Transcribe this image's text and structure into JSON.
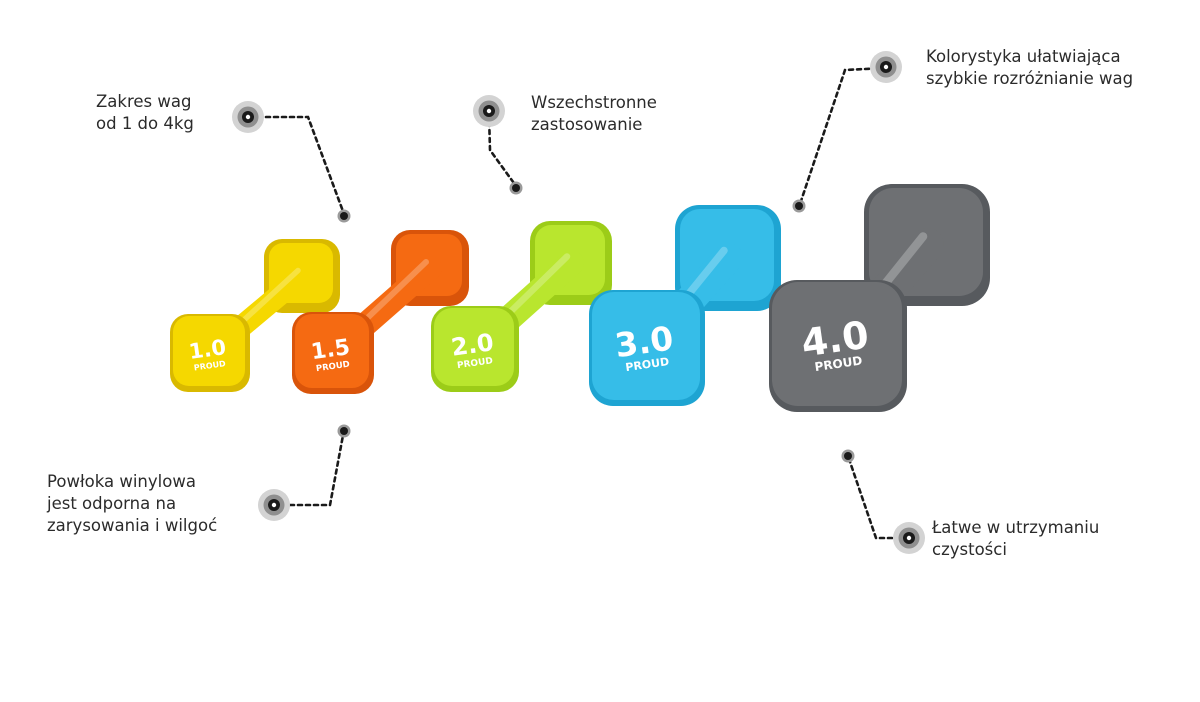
{
  "callouts": {
    "weight_range": [
      "Zakres wag",
      "od 1 do 4kg"
    ],
    "versatile_use": [
      "Wszechstronne",
      "zastosowanie"
    ],
    "color_coding": [
      "Kolorystyka ułatwiająca",
      "szybkie rozróżnianie wag"
    ],
    "vinyl_coating": [
      "Powłoka winylowa",
      "jest odporna na",
      "zarysowania i wilgoć"
    ],
    "easy_cleaning": [
      "Łatwe w utrzymaniu",
      "czystości"
    ]
  },
  "dumbbells": [
    {
      "weight": "1.0",
      "brand": "PROUD",
      "color": "#f5d800",
      "shade": "#d9b900"
    },
    {
      "weight": "1.5",
      "brand": "PROUD",
      "color": "#f56a12",
      "shade": "#d9540a"
    },
    {
      "weight": "2.0",
      "brand": "PROUD",
      "color": "#b9e62e",
      "shade": "#9ccc18"
    },
    {
      "weight": "3.0",
      "brand": "PROUD",
      "color": "#36bde8",
      "shade": "#1ea4d2"
    },
    {
      "weight": "4.0",
      "brand": "PROUD",
      "color": "#6e7073",
      "shade": "#575a5e"
    }
  ],
  "colors": {
    "marker": "#9a9a9a",
    "line": "#1a1a1a",
    "text": "#2b2b2b"
  },
  "icons": {
    "callout_marker": "target-ring-icon",
    "anchor_dot": "dot-icon"
  }
}
